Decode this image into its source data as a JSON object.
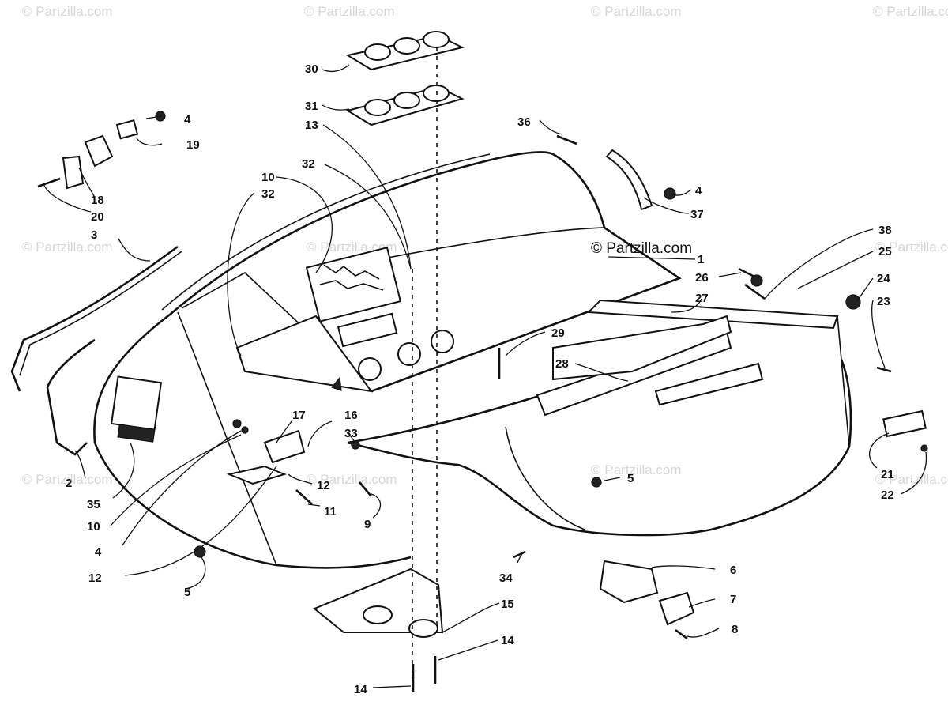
{
  "watermark": "© Partzilla.com",
  "callouts": {
    "c1": "1",
    "c2": "2",
    "c3": "3",
    "c4a": "4",
    "c4b": "4",
    "c4c": "4",
    "c5a": "5",
    "c5b": "5",
    "c6": "6",
    "c7": "7",
    "c8": "8",
    "c9": "9",
    "c10a": "10",
    "c10b": "10",
    "c11": "11",
    "c12a": "12",
    "c12b": "12",
    "c13": "13",
    "c14a": "14",
    "c14b": "14",
    "c15": "15",
    "c16": "16",
    "c17": "17",
    "c18": "18",
    "c19": "19",
    "c20": "20",
    "c21": "21",
    "c22": "22",
    "c23": "23",
    "c24": "24",
    "c25": "25",
    "c26": "26",
    "c27": "27",
    "c28": "28",
    "c29": "29",
    "c30": "30",
    "c31": "31",
    "c32a": "32",
    "c32b": "32",
    "c33": "33",
    "c34": "34",
    "c35": "35",
    "c36": "36",
    "c37": "37",
    "c38": "38"
  }
}
